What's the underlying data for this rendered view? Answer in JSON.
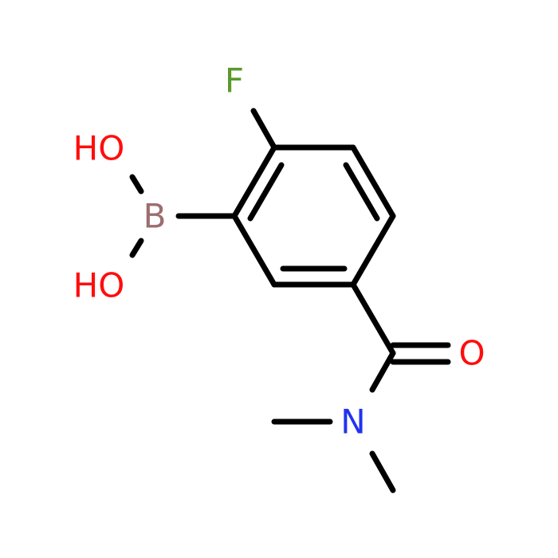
{
  "molecule": {
    "atoms": {
      "F": {
        "symbol": "F",
        "color": "#5a9a2a"
      },
      "B": {
        "symbol": "B",
        "color": "#9c6e6e"
      },
      "OH1": {
        "symbol": "HO",
        "color": "#ff0d0d"
      },
      "OH2": {
        "symbol": "HO",
        "color": "#ff0d0d"
      },
      "O": {
        "symbol": "O",
        "color": "#ff0d0d"
      },
      "N": {
        "symbol": "N",
        "color": "#2233ee"
      }
    },
    "bond_color": "#000000"
  }
}
